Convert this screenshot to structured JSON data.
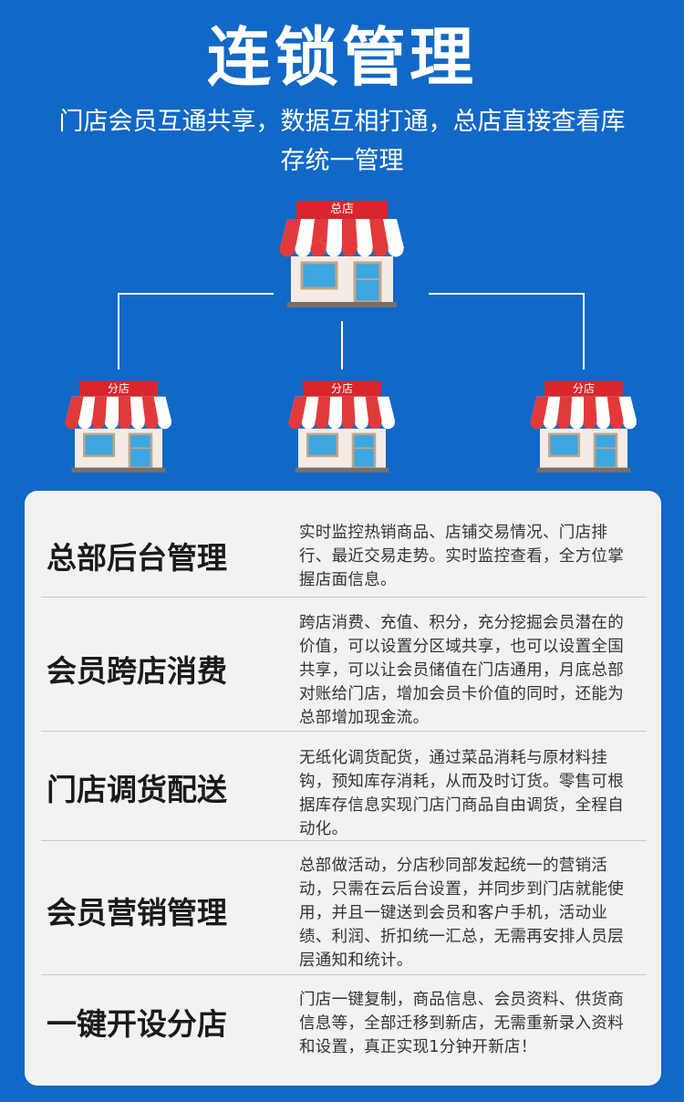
{
  "header": {
    "title": "连锁管理",
    "subtitle": "门店会员互通共享，数据互相打通，总店直接查看库存统一管理"
  },
  "diagram": {
    "hq_label": "总店",
    "branch_labels": [
      "分店",
      "分店",
      "分店"
    ]
  },
  "features": [
    {
      "title": "总部后台管理",
      "desc": "实时监控热销商品、店铺交易情况、门店排行、最近交易走势。实时监控查看，全方位掌握店面信息。"
    },
    {
      "title": "会员跨店消费",
      "desc": "跨店消费、充值、积分，充分挖掘会员潜在的价值，可以设置分区域共享，也可以设置全国共享，可以让会员储值在门店通用，月底总部对账给门店，增加会员卡价值的同时，还能为总部增加现金流。"
    },
    {
      "title": "门店调货配送",
      "desc": "无纸化调货配货，通过菜品消耗与原材料挂钩，预知库存消耗，从而及时订货。零售可根据库存信息实现门店门商品自由调货，全程自动化。"
    },
    {
      "title": "会员营销管理",
      "desc": "总部做活动，分店秒同部发起统一的营销活动，只需在云后台设置，并同步到门店就能使用，并且一键送到会员和客户手机，活动业绩、利润、折扣统一汇总，无需再安排人员层层通知和统计。"
    },
    {
      "title": "一键开设分店",
      "desc": "门店一键复制，商品信息、会员资料、供货商信息等，全部迁移到新店，无需重新录入资料和设置，真正实现1分钟开新店！"
    }
  ],
  "colors": {
    "background": "#1268c6",
    "awning_red": "#e23a3a",
    "card": "#f2f2f2"
  }
}
